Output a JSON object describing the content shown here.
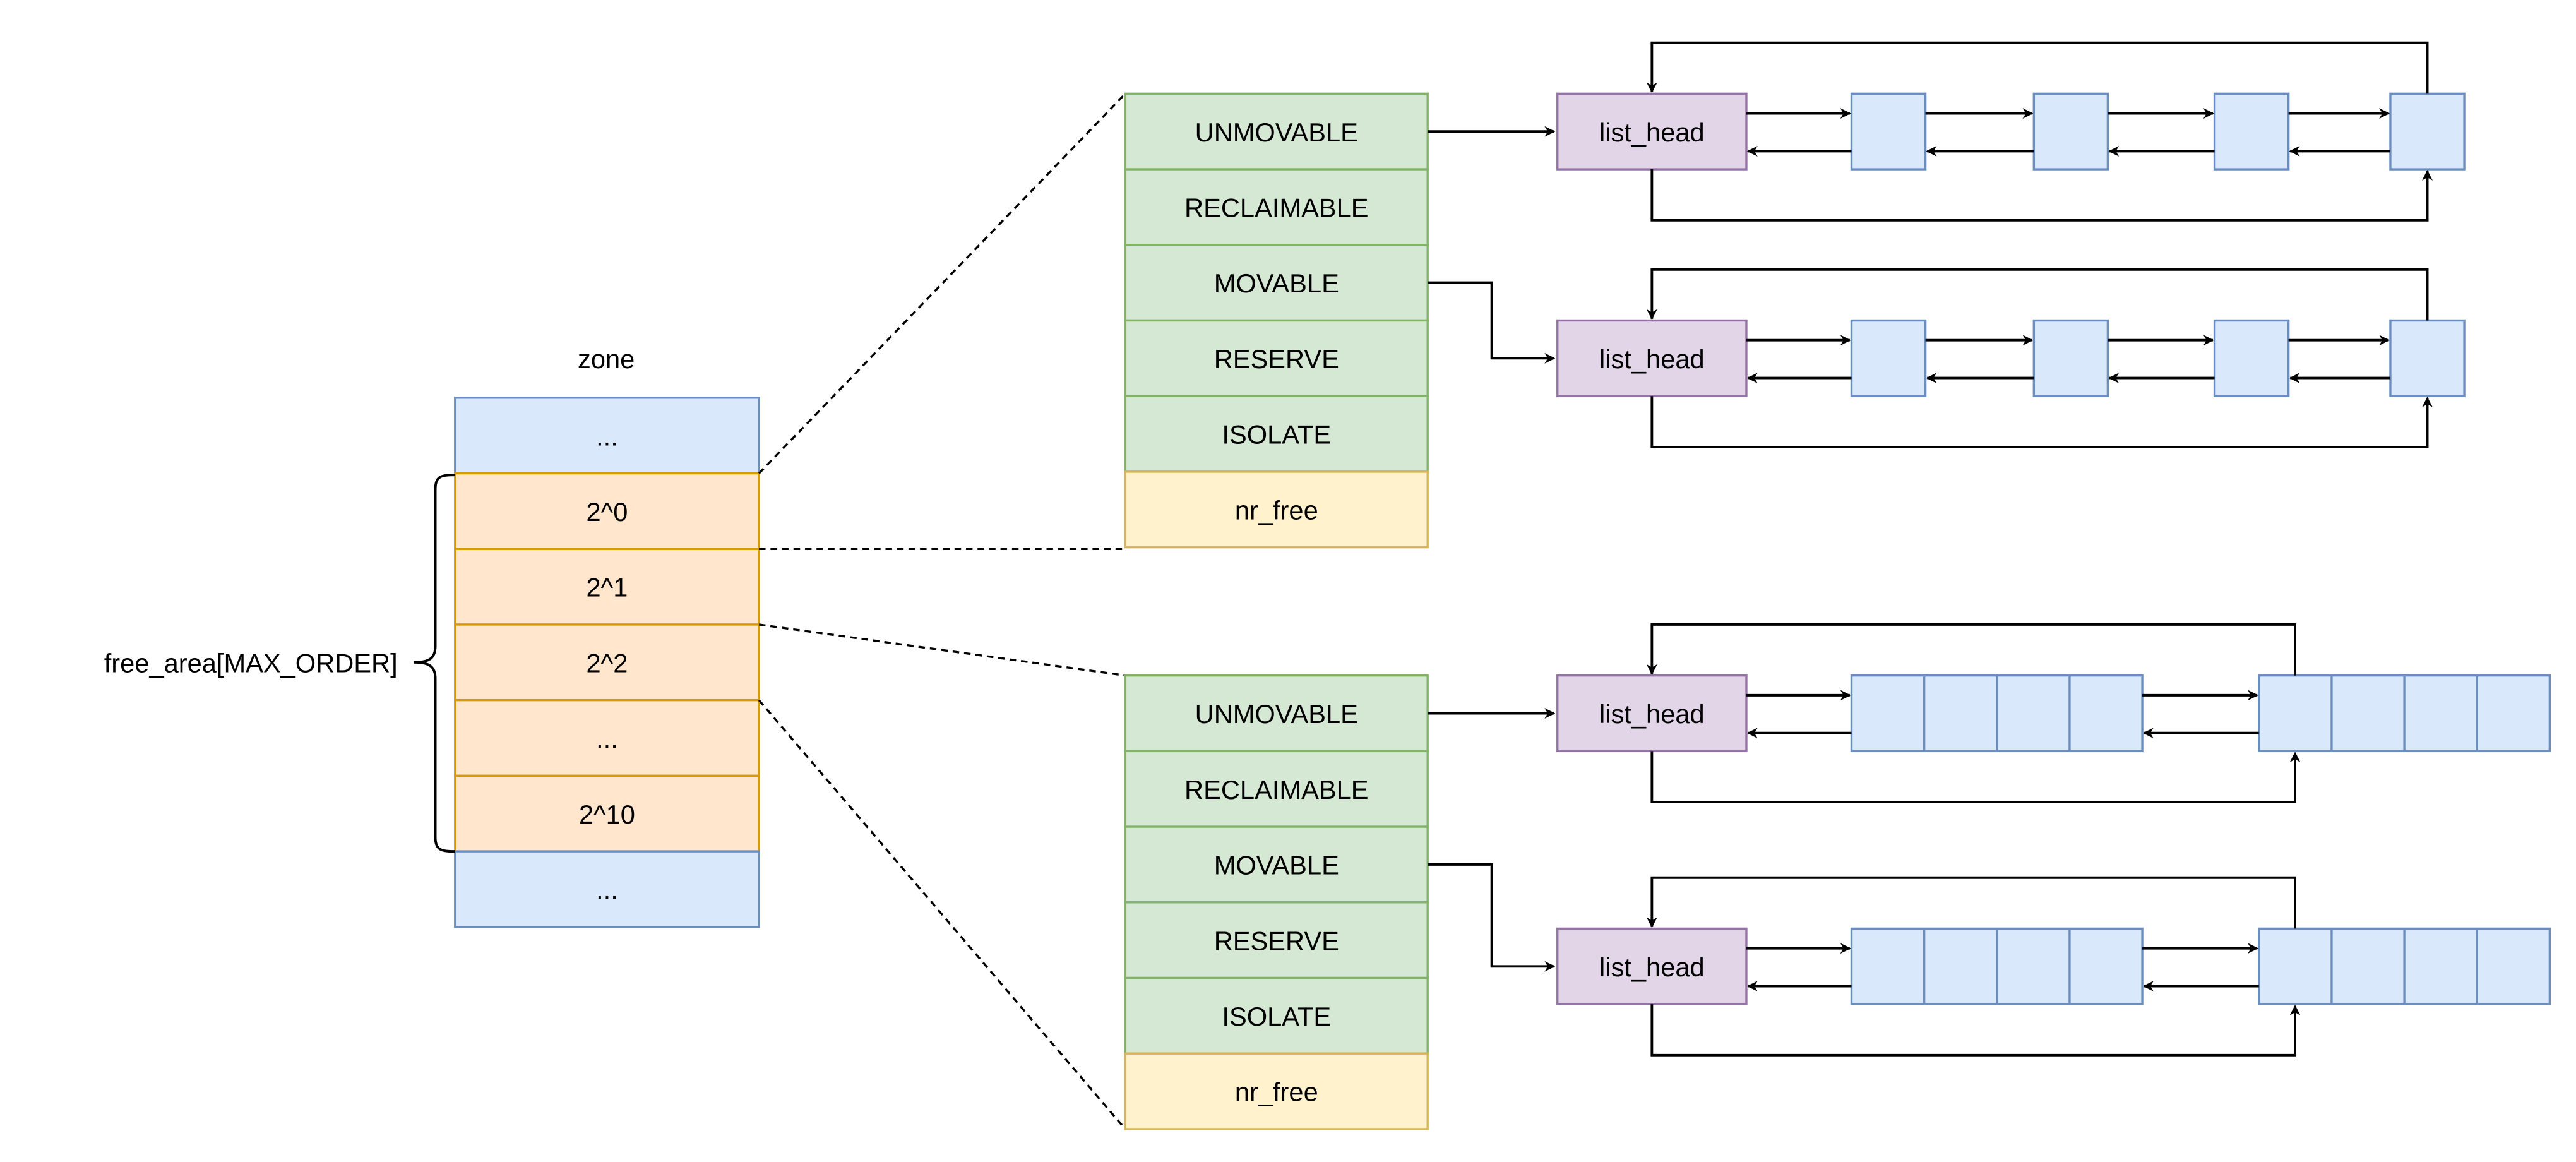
{
  "zone": {
    "title": "zone",
    "cells": [
      "...",
      "2^0",
      "2^1",
      "2^2",
      "...",
      "2^10",
      "..."
    ],
    "free_area_label": "free_area[MAX_ORDER]"
  },
  "free_area_blocks": [
    {
      "migrate_types": [
        "UNMOVABLE",
        "RECLAIMABLE",
        "MOVABLE",
        "RESERVE",
        "ISOLATE"
      ],
      "nr_free_label": "nr_free",
      "lists": [
        {
          "source": "UNMOVABLE",
          "head_label": "list_head",
          "pages_per_node": 1,
          "nodes": 4
        },
        {
          "source": "MOVABLE",
          "head_label": "list_head",
          "pages_per_node": 1,
          "nodes": 4
        }
      ]
    },
    {
      "migrate_types": [
        "UNMOVABLE",
        "RECLAIMABLE",
        "MOVABLE",
        "RESERVE",
        "ISOLATE"
      ],
      "nr_free_label": "nr_free",
      "lists": [
        {
          "source": "UNMOVABLE",
          "head_label": "list_head",
          "pages_per_node": 4,
          "nodes": 2
        },
        {
          "source": "MOVABLE",
          "head_label": "list_head",
          "pages_per_node": 4,
          "nodes": 2
        }
      ]
    }
  ],
  "colors": {
    "zone_fill": "#dae8fc",
    "zone_stroke": "#6c8ebf",
    "order_fill": "#ffe6cc",
    "order_stroke": "#d79b00",
    "type_fill": "#d5e8d4",
    "type_stroke": "#82b366",
    "nr_free_fill": "#fff2cc",
    "nr_free_stroke": "#d6b656",
    "head_fill": "#e1d5e7",
    "head_stroke": "#9673a6",
    "page_fill": "#dae8fc",
    "page_stroke": "#6c8ebf",
    "line": "#000000"
  }
}
